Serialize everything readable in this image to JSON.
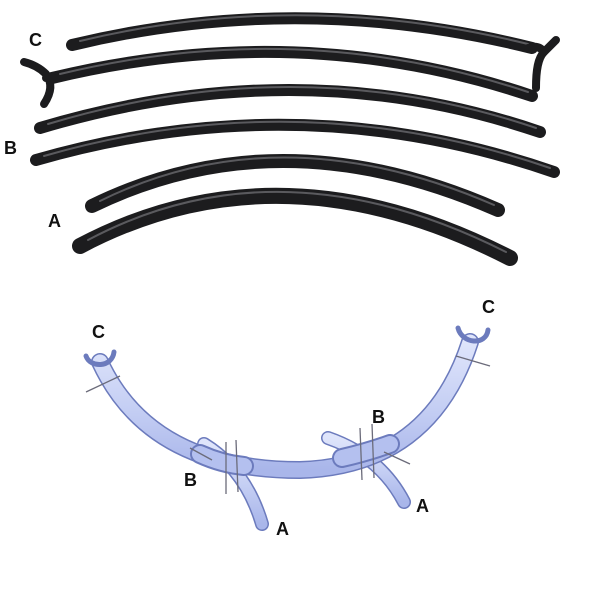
{
  "photo": {
    "labels": {
      "c": "C",
      "b": "B",
      "a": "A"
    },
    "pipe_color": "#1c1c1e",
    "pipe_highlight": "#5a5a5e"
  },
  "diagram": {
    "labels": {
      "c_left": "C",
      "c_right": "C",
      "b_left": "B",
      "b_right": "B",
      "a_left": "A",
      "a_right": "A"
    },
    "tube_fill": "#c3cdf3",
    "tube_edge": "#6c7bbd"
  }
}
